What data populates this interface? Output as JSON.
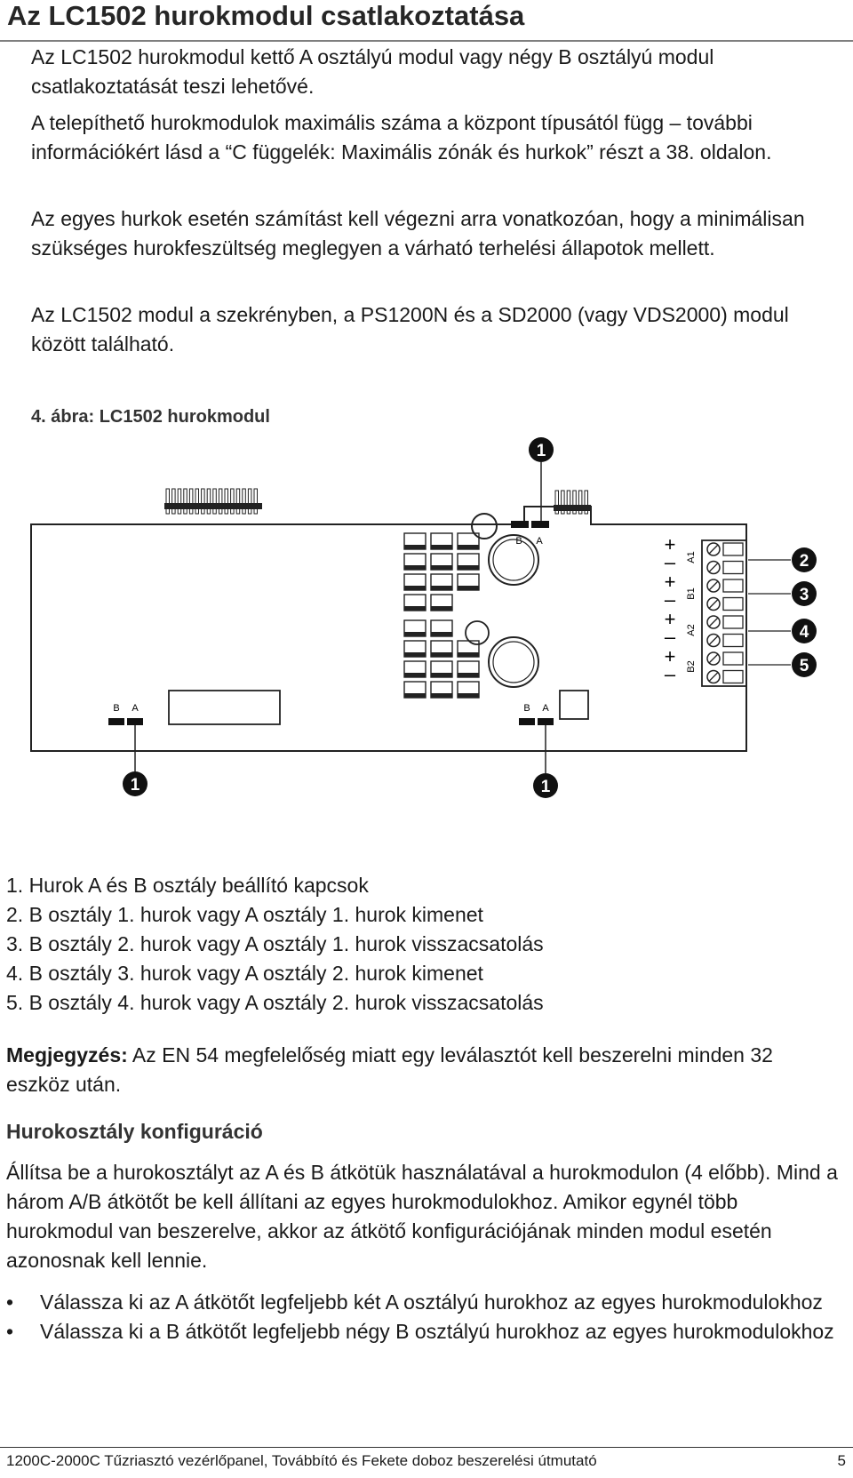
{
  "heading": "Az LC1502 hurokmodul csatlakoztatása",
  "paragraphs": [
    "Az LC1502 hurokmodul kettő A osztályú modul vagy négy B osztályú modul csatlakoztatását teszi lehetővé.",
    "A telepíthető hurokmodulok maximális száma a központ típusától függ – további információkért lásd a “C függelék: Maximális zónák és hurkok” részt a 38. oldalon.",
    "Az egyes hurkok esetén számítást kell végezni arra vonatkozóan, hogy a minimálisan szükséges hurokfeszültség meglegyen a várható terhelési állapotok mellett.",
    "Az LC1502 modul a szekrényben, a PS1200N és a SD2000 (vagy VDS2000) modul között található."
  ],
  "figure": {
    "caption": "4. ábra: LC1502 hurokmodul",
    "callouts": [
      "1",
      "2",
      "3",
      "4",
      "5",
      "1",
      "1"
    ],
    "jumper_labels": [
      "B",
      "A",
      "B",
      "A",
      "B",
      "A"
    ],
    "terminal_labels": [
      "A1",
      "B1",
      "A2",
      "B2"
    ],
    "polarity_marks": [
      "+",
      "–",
      "+",
      "–",
      "+",
      "–",
      "+",
      "–"
    ]
  },
  "legend": [
    "1.  Hurok A és B osztály beállító kapcsok",
    "2.  B osztály 1. hurok vagy A osztály 1. hurok kimenet",
    "3.  B osztály 2. hurok vagy A osztály 1. hurok visszacsatolás",
    "4.  B osztály 3. hurok vagy A osztály 2. hurok kimenet",
    "5.  B osztály 4. hurok vagy A osztály 2. hurok visszacsatolás"
  ],
  "note": {
    "label": "Megjegyzés:",
    "text": " Az EN 54 megfelelőség miatt egy leválasztót kell beszerelni minden 32 eszköz után."
  },
  "subheading": "Hurokosztály konfiguráció",
  "body": "Állítsa be a hurokosztályt az A és B átkötük használatával a hurokmodulon (4 előbb). Mind a három A/B átkötőt be kell állítani az egyes hurokmodulokhoz. Amikor egynél több hurokmodul van beszerelve, akkor az átkötő konfigurációjának minden modul esetén azonosnak kell lennie.",
  "bullets": [
    "Válassza ki az A átkötőt legfeljebb két A osztályú hurokhoz az egyes hurokmodulokhoz",
    "Válassza ki a B átkötőt legfeljebb négy B osztályú hurokhoz az egyes hurokmodulokhoz"
  ],
  "bullet_char": "•",
  "footer": {
    "title": "1200C-2000C Tűzriasztó vezérlőpanel, Továbbító és Fekete doboz beszerelési útmutató",
    "page": "5"
  }
}
